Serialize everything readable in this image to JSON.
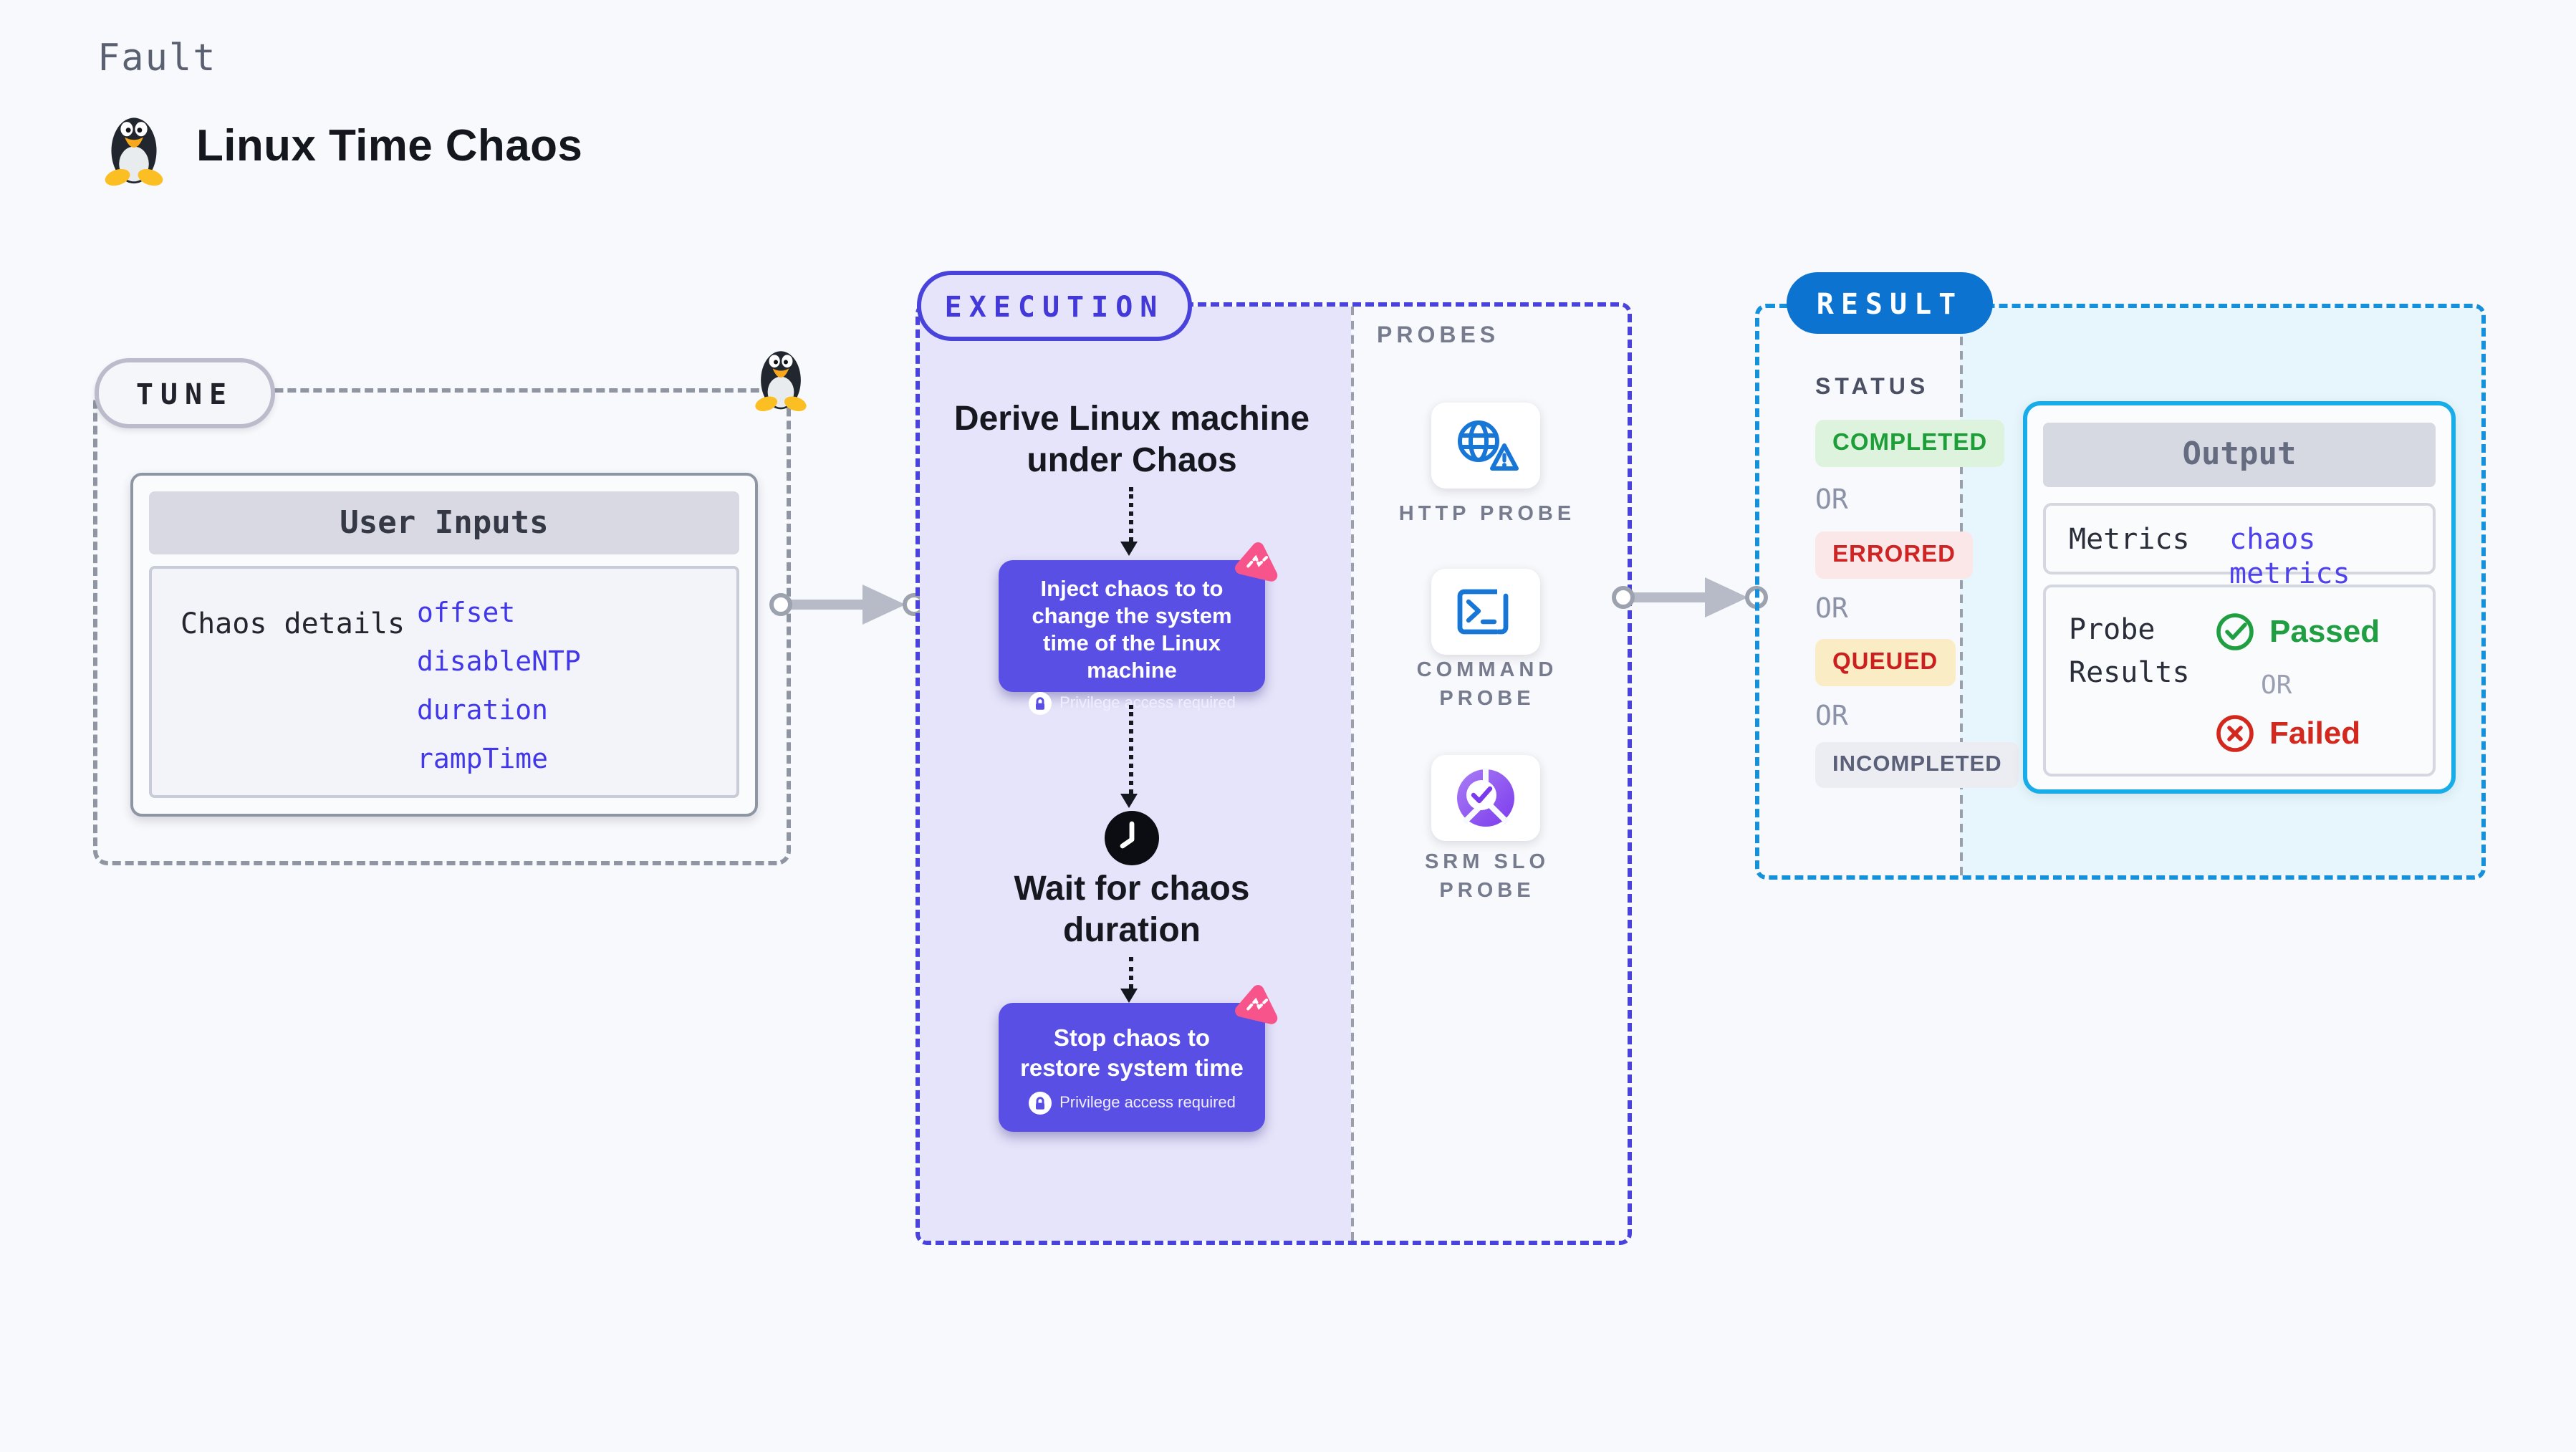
{
  "colors": {
    "page_bg": "#F8F9FC",
    "indigo_accent": "#4A43DB",
    "violet_node": "#5A4FE4",
    "lavender_panel": "#E6E4FA",
    "pink_badge": "#F7548C",
    "probe_icon_blue": "#1877D6",
    "slo_purple": "#7C3AED",
    "result_pill_blue": "#0C73D0",
    "result_border_blue": "#1590DA",
    "output_border_cyan": "#18ACE8",
    "output_panel_bg": "#E7F6FC",
    "link_indigo": "#4338E8",
    "passed_green": "#1F9E42",
    "failed_red": "#D3281E",
    "gray_dash": "#9AA0AB"
  },
  "header": {
    "eyebrow": "Fault",
    "title": "Linux Time Chaos",
    "icon": "tux-penguin-icon"
  },
  "tune": {
    "label": "TUNE",
    "card": {
      "title": "User Inputs",
      "row_label": "Chaos details",
      "inputs": [
        "offset",
        "disableNTP",
        "duration",
        "rampTime"
      ]
    }
  },
  "execution": {
    "label": "EXECUTION",
    "derive_label": "Derive Linux machine under Chaos",
    "inject": {
      "label": "Inject chaos to to change the system time of the Linux machine",
      "note": "Privilege access required"
    },
    "wait_label": "Wait for chaos duration",
    "stop": {
      "label": "Stop chaos to restore system time",
      "note": "Privilege access required"
    }
  },
  "probes": {
    "label": "PROBES",
    "items": [
      {
        "name": "HTTP PROBE",
        "icon": "globe-warning-icon"
      },
      {
        "name": "COMMAND PROBE",
        "icon": "terminal-icon"
      },
      {
        "name": "SRM SLO PROBE",
        "icon": "slo-donut-icon"
      }
    ]
  },
  "result": {
    "label": "RESULT",
    "status": {
      "heading": "STATUS",
      "or": "OR",
      "badges": [
        {
          "text": "COMPLETED"
        },
        {
          "text": "ERRORED"
        },
        {
          "text": "QUEUED"
        },
        {
          "text": "INCOMPLETED"
        }
      ]
    },
    "output": {
      "title": "Output",
      "metrics_label": "Metrics",
      "metrics_value": "chaos metrics",
      "probe_results_label": "Probe Results",
      "passed": "Passed",
      "or": "OR",
      "failed": "Failed"
    }
  }
}
